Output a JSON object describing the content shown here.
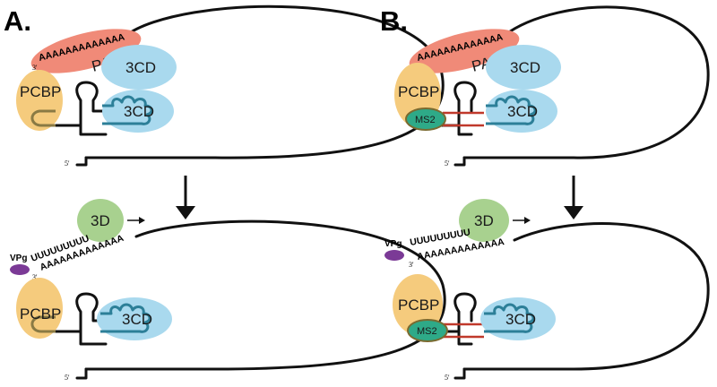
{
  "colors": {
    "pabp": "#f08a78",
    "cd3": "#a9d9ee",
    "pcbp": "#f5cb7d",
    "pol3d": "#a8d18f",
    "vpg": "#7b3a96",
    "ms2": "#2eaa88",
    "tether": "#c0392b",
    "rna": "#111111"
  },
  "arrow_icon": "down-arrow-icon",
  "panels": [
    {
      "letter": "A.",
      "top": {
        "pabp_label": "PABP",
        "cd3_upper_label": "3CD",
        "cd3_lower_label": "3CD",
        "pcbp_label": "PCBP",
        "poly_a": "AAAAAAAAAAAAA",
        "three_prime": "3'",
        "five_prime": "5'"
      },
      "bottom": {
        "pol3d_label": "3D",
        "vpg_label": "VPg",
        "poly_u": "UUUUUUUUU",
        "poly_a": "AAAAAAAAAAAAA",
        "three_prime": "3'",
        "pcbp_label": "PCBP",
        "cd3_label": "3CD",
        "five_prime": "5'"
      }
    },
    {
      "letter": "B.",
      "top": {
        "pabp_label": "PABP",
        "cd3_upper_label": "3CD",
        "cd3_lower_label": "3CD",
        "pcbp_label": "PCBP",
        "ms2_label": "MS2",
        "poly_a": "AAAAAAAAAAAAA",
        "three_prime": "3'",
        "five_prime": "5'"
      },
      "bottom": {
        "pol3d_label": "3D",
        "vpg_label": "VPg",
        "poly_u": "UUUUUUUUU",
        "poly_a": "AAAAAAAAAAAAA",
        "three_prime": "3'",
        "pcbp_label": "PCBP",
        "ms2_label": "MS2",
        "cd3_label": "3CD",
        "five_prime": "5'"
      }
    }
  ]
}
